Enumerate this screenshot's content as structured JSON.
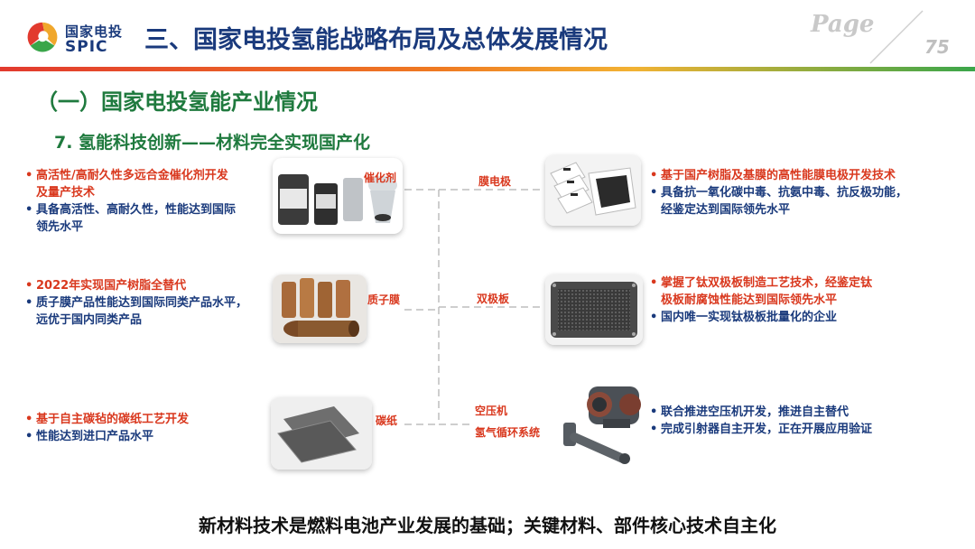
{
  "header": {
    "logo_cn": "国家电投",
    "logo_en": "SPIC",
    "title": "三、国家电投氢能战略布局及总体发展情况",
    "page_word": "Page",
    "page_number": "75"
  },
  "section_title": "（一）国家电投氢能产业情况",
  "sub_title": "7. 氢能科技创新——材料完全实现国产化",
  "left_items": [
    {
      "label": "催化剂",
      "highlight": [
        "高活性/高耐久性多远合金催化剂开发",
        "及量产技术"
      ],
      "details": [
        "具备高活性、高耐久性，性能达到国际",
        "领先水平"
      ]
    },
    {
      "label": "质子膜",
      "highlight": [
        "2022年实现国产树脂全替代"
      ],
      "details": [
        "质子膜产品性能达到国际同类产品水平，",
        "远优于国内同类产品"
      ]
    },
    {
      "label": "碳纸",
      "highlight": [
        "基于自主碳毡的碳纸工艺开发"
      ],
      "details": [
        "性能达到进口产品水平"
      ]
    }
  ],
  "right_items": [
    {
      "label": "膜电极",
      "highlight": [
        "基于国产树脂及基膜的高性能膜电极开发技术"
      ],
      "details": [
        "具备抗一氧化碳中毒、抗氨中毒、抗反极功能，",
        "经鉴定达到国际领先水平"
      ]
    },
    {
      "label": "双极板",
      "highlight": [
        "掌握了钛双极板制造工艺技术，经鉴定钛",
        "极板耐腐蚀性能达到国际领先水平"
      ],
      "details": [
        "国内唯一实现钛极板批量化的企业"
      ]
    },
    {
      "label": "空压机",
      "label2": "氢气循环系统",
      "highlight": [],
      "details": [
        "联合推进空压机开发，推进自主替代",
        "完成引射器自主开发，正在开展应用验证"
      ]
    }
  ],
  "footer": "新材料技术是燃料电池产业发展的基础；关键材料、部件核心技术自主化",
  "colors": {
    "navy": "#1a3a7c",
    "green": "#1f7a3e",
    "red": "#d9381e"
  }
}
